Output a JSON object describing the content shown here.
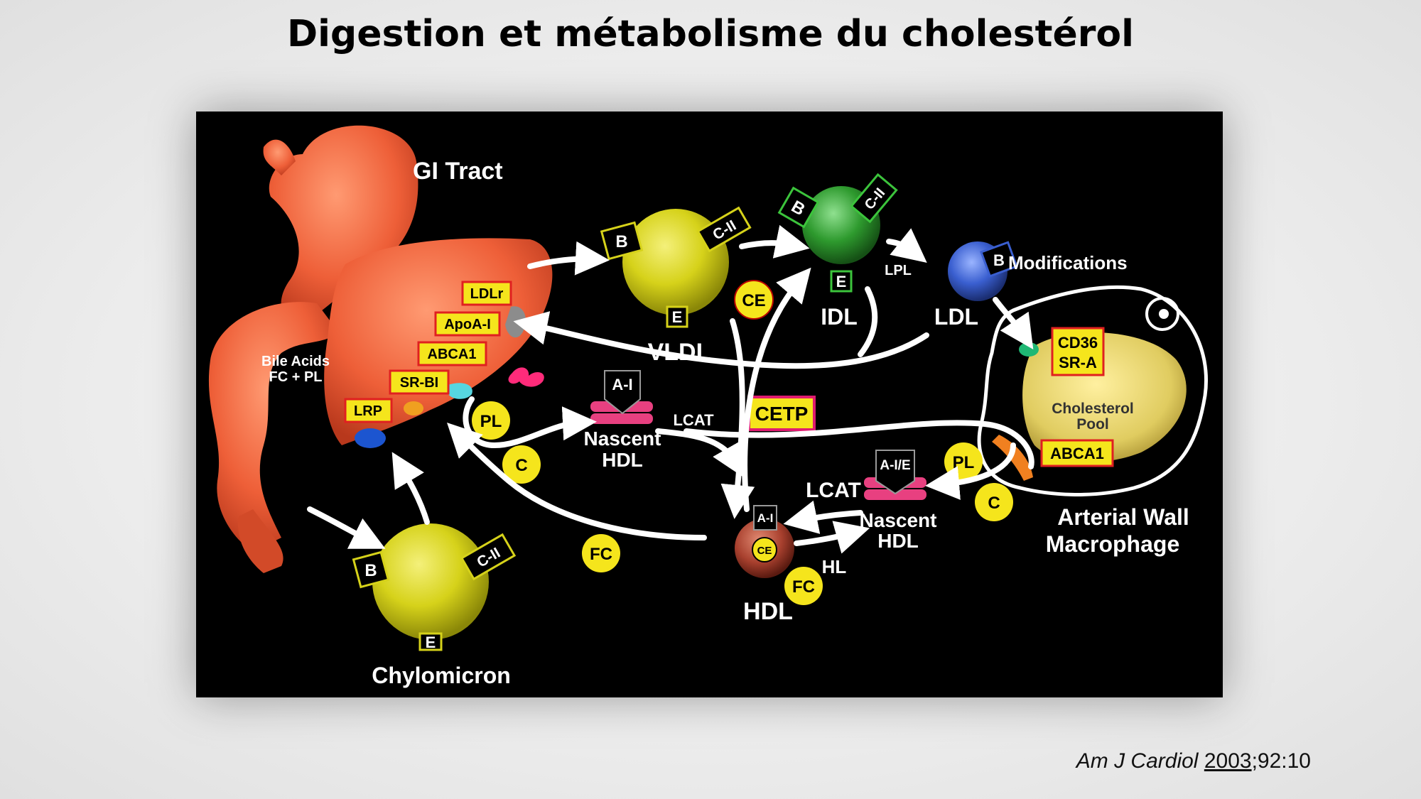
{
  "title": "Digestion et métabolisme du cholestérol",
  "citation": {
    "journal": "Am J Cardiol",
    "year": "2003",
    "rest": ";92:10"
  },
  "diagram": {
    "gi_tract": "GI Tract",
    "bile_acids_line1": "Bile Acids",
    "bile_acids_line2": "FC + PL",
    "liver_receptors": {
      "ldlr": "LDLr",
      "apoai": "ApoA-I",
      "abca1": "ABCA1",
      "srbi": "SR-BI",
      "lrp": "LRP"
    },
    "chylomicron": {
      "label": "Chylomicron",
      "b": "B",
      "c2": "C-II",
      "e": "E"
    },
    "vldl": {
      "label": "VLDL",
      "b": "B",
      "c2": "C-II",
      "e": "E"
    },
    "idl": {
      "label": "IDL",
      "b": "B",
      "c2": "C-II",
      "e": "E"
    },
    "ldl": {
      "label": "LDL",
      "b": "B"
    },
    "modifications": "Modifications",
    "lpl": "LPL",
    "ce": "CE",
    "cetp": "CETP",
    "pl": "PL",
    "c": "C",
    "fc": "FC",
    "lcat": "LCAT",
    "nascent_hdl_1": {
      "line1": "Nascent",
      "line2": "HDL",
      "apo": "A-I"
    },
    "nascent_hdl_2": {
      "line1": "Nascent",
      "line2": "HDL",
      "apo": "A-I/E"
    },
    "hdl": {
      "label": "HDL",
      "apo": "A-I",
      "ce": "CE"
    },
    "hl": "HL",
    "macrophage": {
      "cd36": "CD36",
      "sra": "SR-A",
      "pool1": "Cholesterol",
      "pool2": "Pool",
      "abca1": "ABCA1",
      "line1": "Arterial Wall",
      "line2": "Macrophage"
    }
  },
  "colors": {
    "background": "#000000",
    "yellow_particle": "#d6d21a",
    "idl_green": "#2e9a2e",
    "ldl_blue": "#3a5fd0",
    "label_box": "#f5e51c",
    "label_border": "#e02020"
  }
}
